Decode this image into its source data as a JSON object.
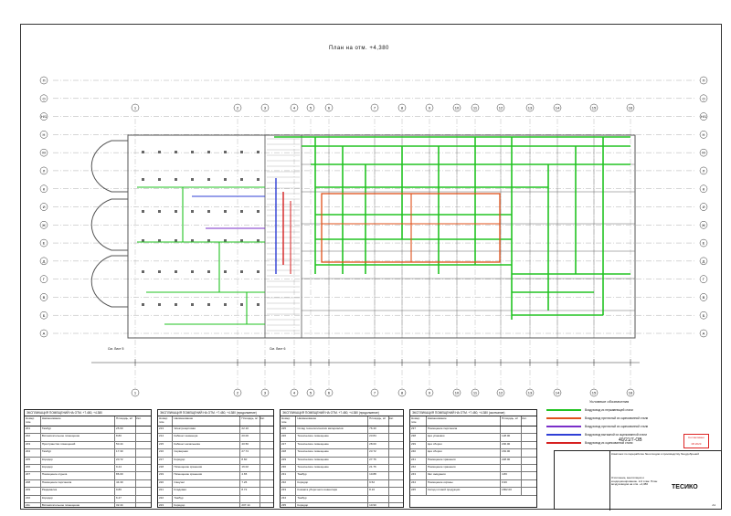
{
  "drawing": {
    "title": "План на отм. +4,380",
    "axes_letters_left": [
      "П",
      "О",
      "Н/1",
      "Н",
      "М",
      "Л",
      "К",
      "И",
      "Ж",
      "Е",
      "Д",
      "Г",
      "В",
      "Б",
      "А"
    ],
    "axes_numbers_bottom": [
      "1",
      "2",
      "3",
      "4",
      "5",
      "6",
      "7",
      "8",
      "9",
      "10",
      "11",
      "12",
      "13",
      "14",
      "15",
      "16"
    ],
    "section_labels": [
      "См. Лист 5",
      "См. Лист 6"
    ],
    "colors": {
      "supply_duct": "#22c322",
      "exhaust_duct": "#e0501a",
      "blue_duct": "#2f3fd6",
      "red_duct": "#d62020",
      "purple_duct": "#7a2fc9",
      "structure": "#555555"
    }
  },
  "legend": {
    "title": "Условные обозначения",
    "items": [
      {
        "label": "Воздуховод из нержавеющей стали",
        "color": "#22c322"
      },
      {
        "label": "Воздуховод приточный из оцинкованной стали",
        "color": "#e0501a"
      },
      {
        "label": "Воздуховод приточный из оцинкованной стали",
        "color": "#7a2fc9"
      },
      {
        "label": "Воздуховод вытяжной из оцинкованной стали",
        "color": "#2f3fd6"
      },
      {
        "label": "Воздуховод из оцинкованной стали",
        "color": "#d62020"
      }
    ]
  },
  "stamp": {
    "line1": "Согласовано",
    "line2": "08.2023"
  },
  "tables": [
    {
      "caption": "ЭКСПЛИКАЦИЯ ПОМЕЩЕНИЙ НА ОТМ. +7.480, +4.380",
      "header": [
        "Номер пом.",
        "Наименование",
        "Площадь, м²",
        "Кат."
      ],
      "rows": [
        [
          "201",
          "Тамбур",
          "25.60",
          ""
        ],
        [
          "202",
          "Вспомогательное помещение",
          "8.80",
          ""
        ],
        [
          "203",
          "Пространство помещений",
          "50.44",
          ""
        ],
        [
          "204",
          "Тамбур",
          "17.30",
          ""
        ],
        [
          "205",
          "Коридор",
          "20.72",
          ""
        ],
        [
          "206",
          "Коридор",
          "9.44",
          ""
        ],
        [
          "207",
          "Помещение отдыха",
          "86.00",
          ""
        ],
        [
          "208",
          "Помещение персонала",
          "44.30",
          ""
        ],
        [
          "209",
          "Раздевалка",
          "9.86",
          ""
        ],
        [
          "210",
          "Коридор",
          "6.47",
          ""
        ],
        [
          "211",
          "Вспомогательное помещение",
          "32.44",
          ""
        ],
        [
          "212",
          "Вспомогательное помещение",
          "60.40",
          ""
        ]
      ]
    },
    {
      "caption": "ЭКСПЛИКАЦИЯ ПОМЕЩЕНИЙ НА ОТМ. +7.480, +4.380 (продолжение)",
      "header": [
        "Номер пом.",
        "Наименование",
        "Площадь, м²",
        "Кат."
      ],
      "rows": [
        [
          "213",
          "Электрощитовая",
          "22.10",
          ""
        ],
        [
          "214",
          "Кабинет инженера",
          "20.00",
          ""
        ],
        [
          "215",
          "Кабинет начальника",
          "40.50",
          ""
        ],
        [
          "216",
          "Серверная",
          "27.74",
          ""
        ],
        [
          "217",
          "Коридор",
          "8.60",
          ""
        ],
        [
          "218",
          "Помещение хранения",
          "16.02",
          ""
        ],
        [
          "219",
          "Помещение хранения",
          "4.65",
          ""
        ],
        [
          "220",
          "Санузел",
          "7.26",
          ""
        ],
        [
          "221",
          "Кладовая",
          "8.72",
          ""
        ],
        [
          "222",
          "Тамбур",
          "",
          ""
        ],
        [
          "223",
          "Коридор",
          "207.14",
          ""
        ],
        [
          "224",
          "Коридор",
          "10.41",
          ""
        ]
      ]
    },
    {
      "caption": "ЭКСПЛИКАЦИЯ ПОМЕЩЕНИЙ НА ОТМ. +7.480, +4.380 (продолжение)",
      "header": [
        "Номер пом.",
        "Наименование",
        "Площадь, м²",
        "Кат."
      ],
      "rows": [
        [
          "225",
          "Склад технологических материалов",
          "76.40",
          ""
        ],
        [
          "226",
          "Техническое помещение",
          "23.84",
          ""
        ],
        [
          "227",
          "Техническое помещение",
          "28.00",
          ""
        ],
        [
          "228",
          "Техническое помещение",
          "23.72",
          ""
        ],
        [
          "229",
          "Техническое помещение",
          "27.76",
          ""
        ],
        [
          "230",
          "Техническое помещение",
          "21.76",
          ""
        ],
        [
          "231",
          "Тамбур",
          "10.88",
          ""
        ],
        [
          "232",
          "Коридор",
          "9.52",
          ""
        ],
        [
          "233",
          "Комната уборочного инвентаря",
          "8.16",
          ""
        ],
        [
          "234",
          "Тамбур",
          "",
          ""
        ],
        [
          "235",
          "Коридор",
          "10.90",
          ""
        ],
        [
          "236",
          "Помещение персонала",
          "13.68",
          ""
        ]
      ]
    },
    {
      "caption": "ЭКСПЛИКАЦИЯ ПОМЕЩЕНИЙ НА ОТМ. +7.480, +4.380 (окончание)",
      "header": [
        "Номер пом.",
        "Наименование",
        "Площадь, м²",
        "Кат."
      ],
      "rows": [
        [
          "237",
          "Помещение персонала",
          "",
          ""
        ],
        [
          "238",
          "Цех упаковки",
          "128.00",
          ""
        ],
        [
          "239",
          "Цех сборки",
          "200.00",
          ""
        ],
        [
          "240",
          "Цех сборки",
          "184.00",
          ""
        ],
        [
          "241",
          "Помещение хранения",
          "228.00",
          ""
        ],
        [
          "242",
          "Помещение хранения",
          "",
          ""
        ],
        [
          "243",
          "Зал ожидания",
          "4.80",
          ""
        ],
        [
          "244",
          "Помещение охраны",
          "9.96",
          ""
        ],
        [
          "245",
          "Склад готовой продукции",
          "1862.00",
          ""
        ]
      ]
    }
  ],
  "titleblock": {
    "code": "40/21/7-ОВ",
    "project": "Комплекс по переработке биоотходов и производству биоудобрений",
    "sheet_desc": "Отопление, вентиляция и кондиционирование. 2-й этаж. План воздуховодов на отм. +4,380",
    "org": "ТЕСИКО",
    "format": "А1"
  }
}
